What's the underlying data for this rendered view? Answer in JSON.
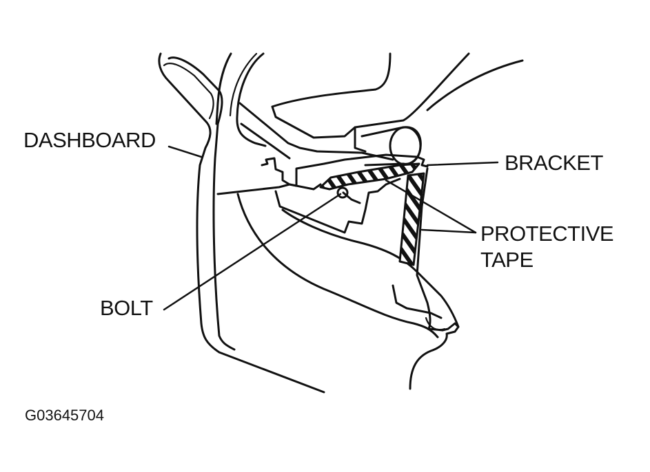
{
  "labels": {
    "dashboard": "DASHBOARD",
    "bracket": "BRACKET",
    "protective_tape_line1": "PROTECTIVE",
    "protective_tape_line2": "TAPE",
    "bolt": "BOLT"
  },
  "figure_code": "G03645704"
}
